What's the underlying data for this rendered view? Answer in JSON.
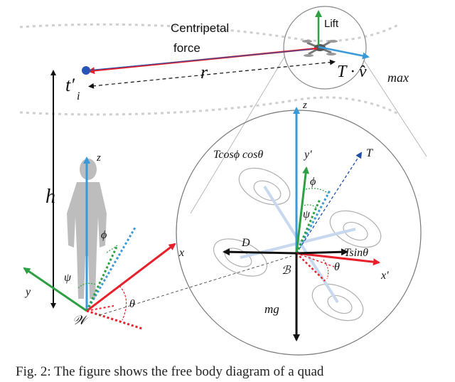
{
  "labels": {
    "centripetal_line1": "Centripetal",
    "centripetal_line2": "force",
    "lift": "Lift",
    "t_i": "t′",
    "t_i_sub": "i",
    "r": "r",
    "T_vmax": "T · v̂",
    "vmax_sub": "max",
    "h": "h",
    "z_left": "z",
    "phi_left": "ϕ",
    "psi_left": "ψ",
    "theta_left": "θ",
    "x_left": "x",
    "y_left": "y",
    "W": "𝒲",
    "z_right": "z",
    "tcos": "Tcosϕ cosθ",
    "y_prime": "y′",
    "T_right": "T",
    "phi_right": "ϕ",
    "psi_right": "ψ",
    "D": "D",
    "tsin": "Tsinθ",
    "B": "ℬ",
    "theta_right": "θ",
    "x_prime": "x′",
    "mg": "mg"
  },
  "caption": "Fig. 2: The figure shows the free body diagram of a quad",
  "colors": {
    "red": "#e8202a",
    "blue": "#3a9ad9",
    "green": "#2ea043",
    "navy": "#1f4fa8",
    "black": "#111111",
    "dotted": "#d0d0d0"
  }
}
